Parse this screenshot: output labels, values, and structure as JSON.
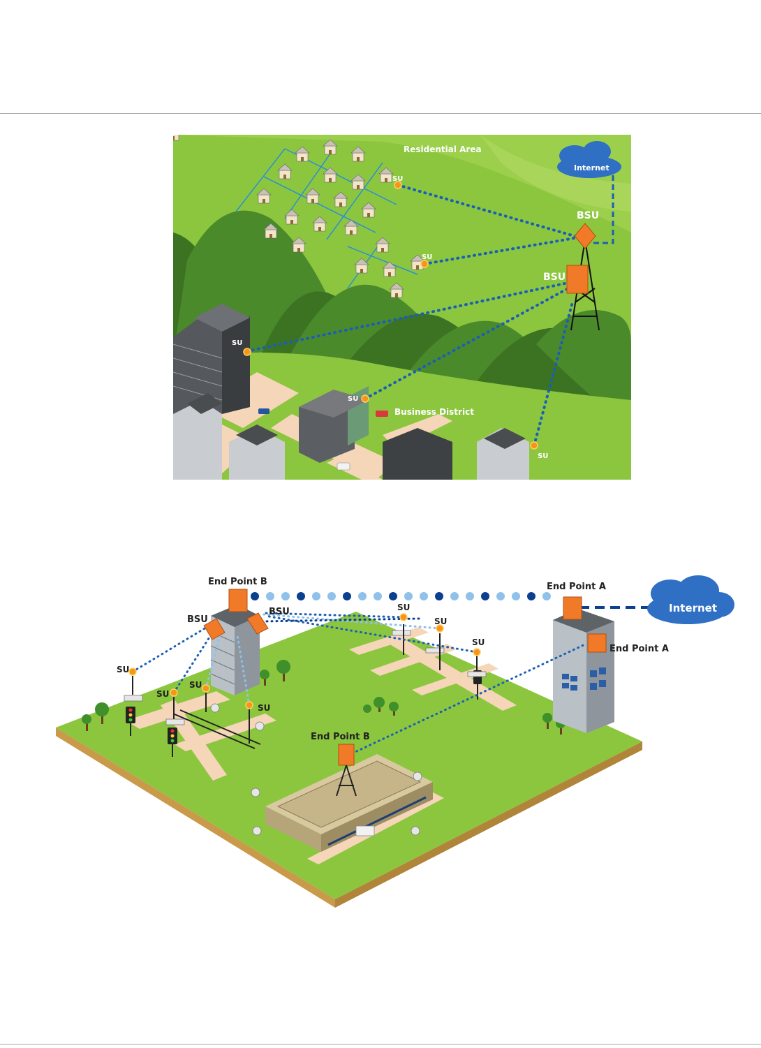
{
  "figure1": {
    "labels": {
      "residential": "Residential Area",
      "internet": "Internet",
      "bsu_upper": "BSU",
      "bsu_lower": "BSU",
      "business": "Business District",
      "su_houses_top": "SU",
      "su_houses_mid": "SU",
      "su_tower": "SU",
      "su_office": "SU",
      "su_corner": "SU"
    },
    "colors": {
      "grass": "#8cc63f",
      "hill": "#3f7a24",
      "link": "#1b5fb5",
      "antenna": "#f07a28",
      "cloud": "#2f6fc4"
    }
  },
  "figure2": {
    "labels": {
      "end_point_b_top": "End Point B",
      "end_point_a_top": "End Point A",
      "internet": "Internet",
      "bsu_left": "BSU",
      "bsu_right": "BSU",
      "end_point_a_right": "End Point A",
      "end_point_b_bottom": "End Point B",
      "su_far_left": "SU",
      "su_left_a": "SU",
      "su_left_b": "SU",
      "su_left_c": "SU",
      "su_mid_a": "SU",
      "su_mid_b": "SU",
      "su_mid_c": "SU"
    },
    "colors": {
      "grass": "#8cc63f",
      "soil": "#c89a4a",
      "road": "#f6d6b8",
      "link_dark": "#0b3f8f",
      "link_light": "#8fc1ea",
      "antenna": "#f07a28"
    }
  }
}
